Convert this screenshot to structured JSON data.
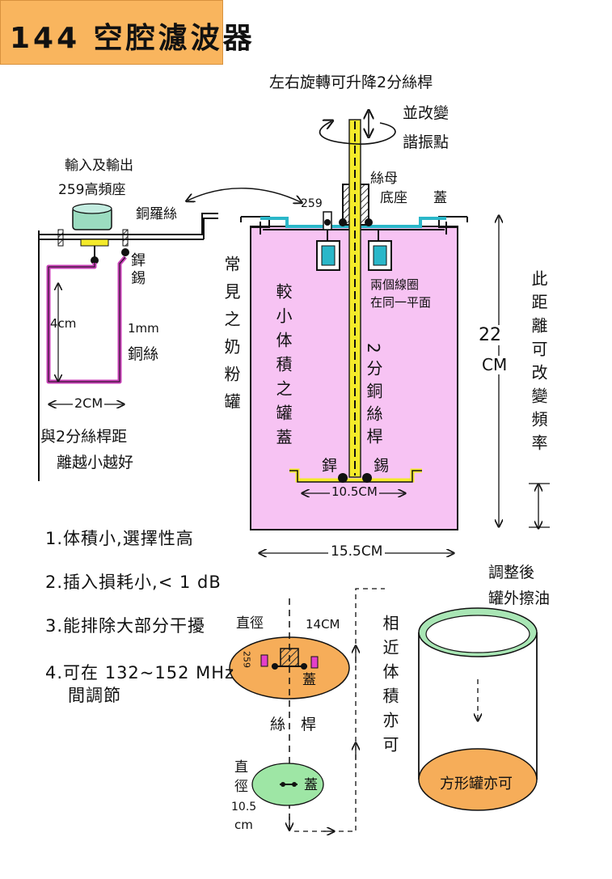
{
  "title": "144 空腔濾波器",
  "annotations": {
    "rotate_note": [
      "左右旋轉可升降2分絲桿",
      "並改變",
      "諧振點"
    ],
    "connector_note": [
      "輸入及輸出",
      "259高頻座"
    ],
    "copper_wire_top": "銅羅絲",
    "solder_left": "銲錫",
    "dim_4cm": "4cm",
    "wire_1mm": [
      "1mm",
      "銅絲"
    ],
    "dim_2cm": "2CM",
    "distance_note": [
      "與2分絲桿距",
      "離越小越好"
    ],
    "nut_label": "絲母",
    "base_label": "底座",
    "cover_label": "蓋",
    "label_259_main": "259",
    "common_can": "常見之奶粉罐",
    "small_cover": "較小体積之罐蓋",
    "two_coils": [
      "兩個線圈",
      "在同一平面"
    ],
    "rod_label": "2分銅絲桿",
    "solder_bottom": [
      "銲",
      "錫"
    ],
    "dim_10_5": "10.5CM",
    "dim_15_5": "15.5CM",
    "dim_22": [
      "22",
      "CM"
    ],
    "distance_freq": "此距離可改變頻率",
    "top_view_dia": [
      "直徑",
      "14CM"
    ],
    "top_view_259": "259",
    "top_view_cover": "蓋",
    "rod_mid": [
      "絲",
      "桿"
    ],
    "bottom_view_dia": [
      "直",
      "徑",
      "10.5",
      "cm"
    ],
    "bottom_view_cover": "蓋",
    "similar_vol": "相近体積亦可",
    "outside_note": [
      "調整後",
      "罐外擦油"
    ],
    "square_can": "方形罐亦可"
  },
  "features": [
    "1.体積小,選擇性高",
    "2.插入損耗小,< 1 dB",
    "3.能排除大部分干擾",
    "4.可在 132~152 MHz",
    "間調節"
  ],
  "colors": {
    "title_bg": "#f9b55e",
    "can_fill": "#f7c3f3",
    "rod": "#f4ea2a",
    "coil": "#2ab7c9",
    "connector": "#9bdcc0",
    "top_ellipse": "#f6ad59",
    "bottom_ellipse": "#9ee6a5",
    "cylinder_rim": "#a9e6b5",
    "cylinder_base": "#f6ad59",
    "magenta_wire": "#c83fb7"
  }
}
